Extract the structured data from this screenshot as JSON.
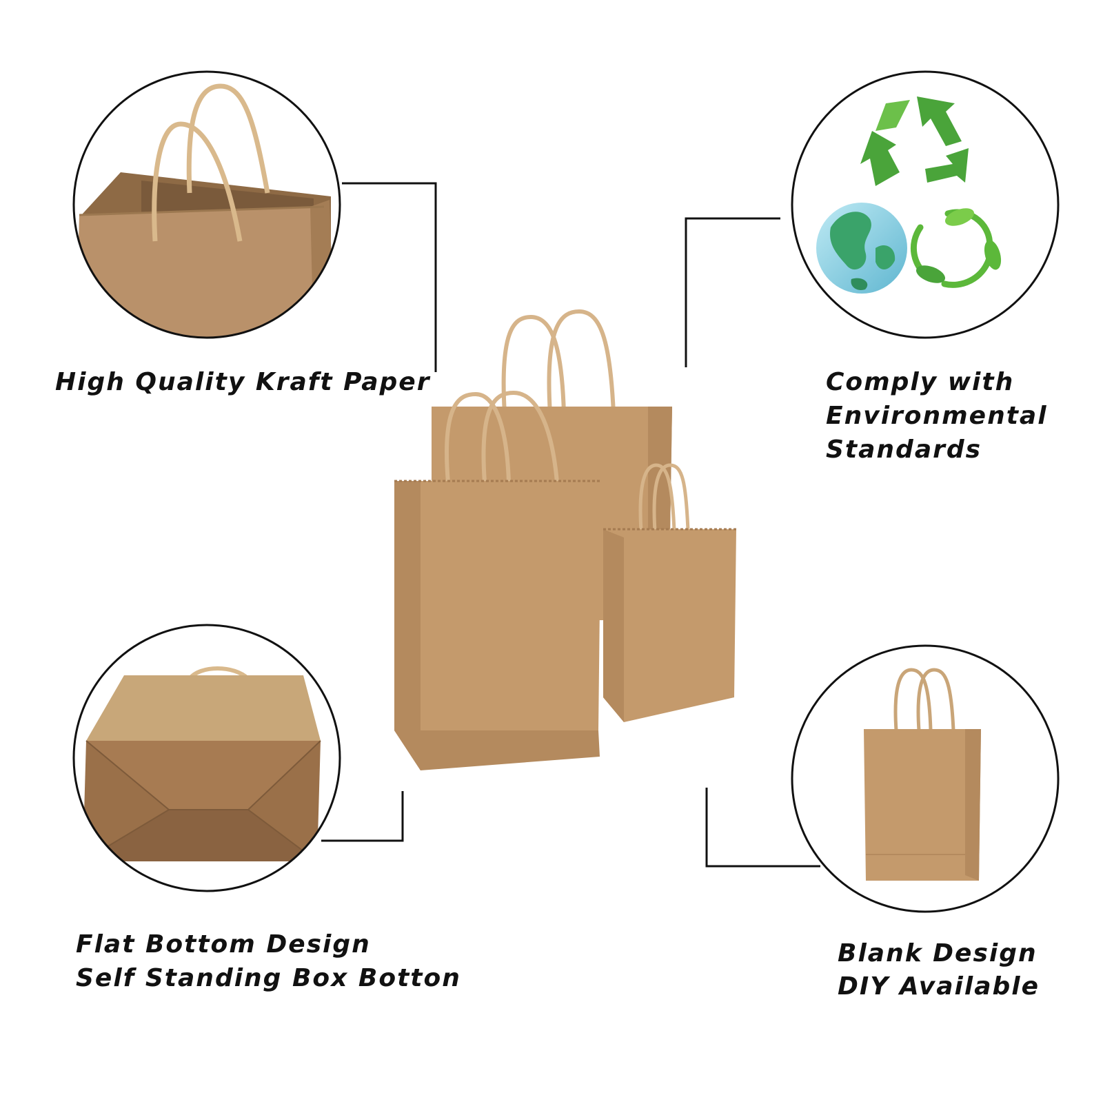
{
  "features": {
    "kraft": {
      "lines": [
        "High Quality Kraft Paper"
      ]
    },
    "environment": {
      "lines": [
        "Comply with",
        "Environmental",
        "Standards"
      ]
    },
    "flat_bottom": {
      "lines": [
        "Flat Bottom Design",
        "Self Standing Box Botton"
      ]
    },
    "blank": {
      "lines": [
        "Blank Design",
        "DIY Available"
      ]
    }
  },
  "icons": [
    "recycle-arrows-icon",
    "globe-icon",
    "leaf-recycle-icon"
  ],
  "colors": {
    "kraft": "#b88d60",
    "kraft_light": "#c89e72",
    "kraft_dark": "#9a7049",
    "handle": "#d6b48a",
    "outline": "#111111",
    "recycle_green": "#4aa43a",
    "globe_blue": "#8fd3e6",
    "globe_green": "#3aa36a"
  }
}
